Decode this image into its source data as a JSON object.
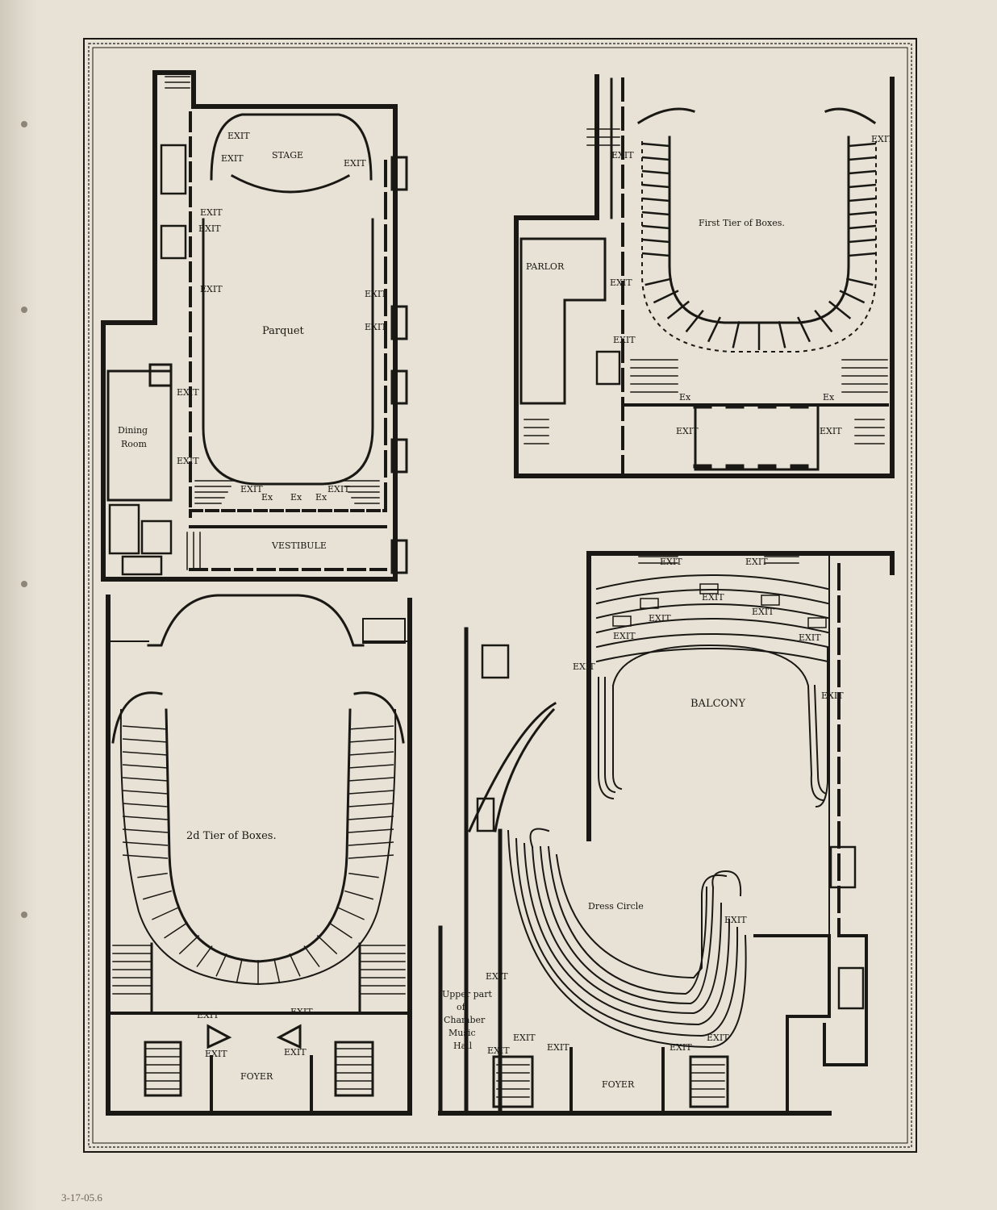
{
  "plans": {
    "parquet": {
      "title": "Parquet",
      "stage": "STAGE",
      "vestibule": "VESTIBULE",
      "dining": [
        "Dining",
        "Room"
      ],
      "exit": "EXIT",
      "ex": "Ex"
    },
    "first_tier": {
      "title": "First Tier of Boxes.",
      "parlor": "PARLOR",
      "exit": "EXIT",
      "ex": "Ex"
    },
    "second_tier": {
      "title": "2d Tier of Boxes.",
      "foyer": "FOYER",
      "exit": "EXIT"
    },
    "balcony": {
      "title": "BALCONY",
      "dress_circle": "Dress Circle",
      "foyer": "FOYER",
      "exit": "EXIT",
      "note": [
        "Upper part",
        "of",
        "Chamber",
        "Music",
        "Hall"
      ]
    }
  },
  "catalog_note": "3-17-05.6",
  "colors": {
    "ink": "#1a1814",
    "paper": "#e7e2d5"
  }
}
